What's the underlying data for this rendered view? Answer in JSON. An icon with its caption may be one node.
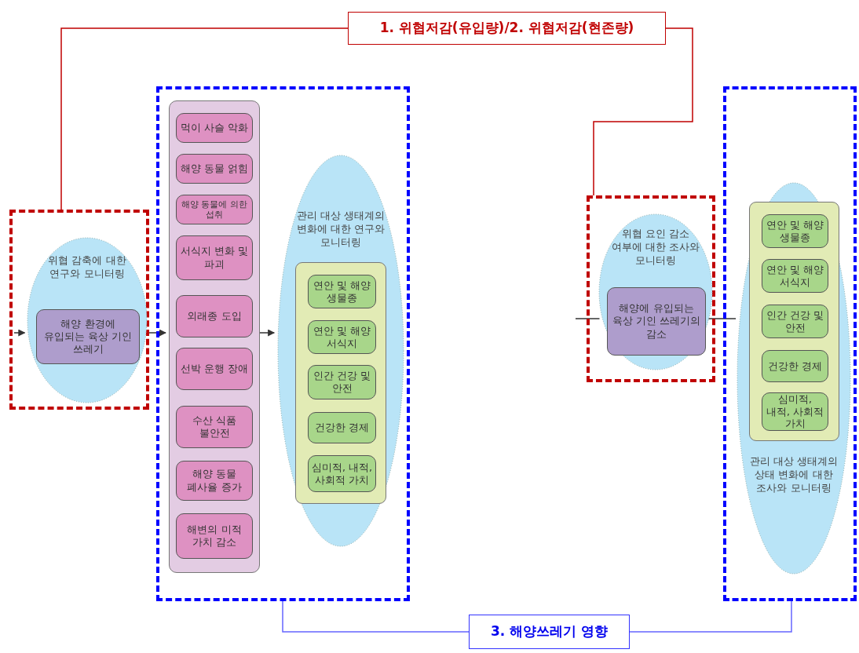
{
  "diagram": {
    "nodes": [
      {
        "text": [
          "1. 위협저감(유입량)/2. 위협저감(현존량)"
        ]
      },
      {
        "text": [
          "3. 해양쓰레기 영향"
        ]
      },
      {
        "text": [],
        "shape": "box"
      },
      {
        "text": [
          "위협 감축에 대한 연구와 모니터링"
        ],
        "in": 2
      },
      {
        "text": [
          "해양 환경에 유입되는 육상 기인 쓰레기"
        ],
        "in": 3
      },
      {
        "text": [],
        "shape": "box"
      },
      {
        "text": [],
        "shape": "box",
        "in": 5
      },
      {
        "text": [
          "먹이 사슬 악화"
        ],
        "in": 6
      },
      {
        "text": [
          "해양 동물 얽힘"
        ],
        "in": 6
      },
      {
        "text": [
          "해양 동물에 의한 섭취"
        ],
        "in": 6
      },
      {
        "text": [
          "서식지 변화 및 파괴"
        ],
        "in": 6
      },
      {
        "text": [
          "외래종 도입"
        ],
        "in": 6
      },
      {
        "text": [
          "선박 운행 장애"
        ],
        "in": 6
      },
      {
        "text": [
          "수산 식품 불안전"
        ],
        "in": 6
      },
      {
        "text": [
          "해양 동물 폐사율 증가"
        ],
        "in": 6
      },
      {
        "text": [
          "해변의 미적 가치 감소"
        ],
        "in": 6
      },
      {
        "text": [
          "관리 대상 생태계의 변화에 대한 연구와 모니터링"
        ],
        "in": 5
      },
      {
        "text": [],
        "shape": "box",
        "in": 16
      },
      {
        "text": [
          "연안 및 해양 생물종"
        ],
        "in": 17
      },
      {
        "text": [
          "연안 및 해양 서식지"
        ],
        "in": 17
      },
      {
        "text": [
          "인간 건강 및 안전"
        ],
        "in": 17
      },
      {
        "text": [
          "건강한 경제"
        ],
        "in": 17
      },
      {
        "text": [
          "심미적, 내적, 사회적 가치"
        ],
        "in": 17
      },
      {
        "text": [],
        "shape": "box"
      },
      {
        "text": [
          "위협 요인 감소 여부에 대한 조사와 모니터링"
        ],
        "in": 23
      },
      {
        "text": [
          "해양에 유입되는 육상 기인 쓰레기의 감소"
        ],
        "in": 24
      },
      {
        "text": [],
        "shape": "box"
      },
      {
        "text": [
          "관리 대상 생태계의 상태 변화에 대한 조사와 모니터링"
        ],
        "in": 26
      },
      {
        "text": [],
        "shape": "box",
        "in": 27
      },
      {
        "text": [
          "연안 및 해양 생물종"
        ],
        "in": 28
      },
      {
        "text": [
          "연안 및 해양 서식지"
        ],
        "in": 28
      },
      {
        "text": [
          "인간 건강 및 안전"
        ],
        "in": 28
      },
      {
        "text": [
          "건강한 경제"
        ],
        "in": 28
      },
      {
        "text": [
          "심미적, 내적, 사회적 가치"
        ],
        "in": 28
      }
    ],
    "edges": [
      {
        "from": 0,
        "to": 2,
        "arrow": "none",
        "color": "#c00000"
      },
      {
        "from": 0,
        "to": 23,
        "arrow": "none",
        "color": "#c00000"
      },
      {
        "from": 1,
        "to": 5,
        "arrow": "none",
        "color": "#6666ff"
      },
      {
        "from": 1,
        "to": 26,
        "arrow": "none",
        "color": "#6666ff"
      },
      {
        "from": null,
        "to": 3,
        "arrow": "to"
      },
      {
        "from": 3,
        "to": 6,
        "arrow": "to"
      },
      {
        "from": 6,
        "to": 16,
        "arrow": "to"
      },
      {
        "from": null,
        "to": 24,
        "arrow": "none"
      },
      {
        "from": 24,
        "to": 27,
        "arrow": "none"
      }
    ]
  }
}
